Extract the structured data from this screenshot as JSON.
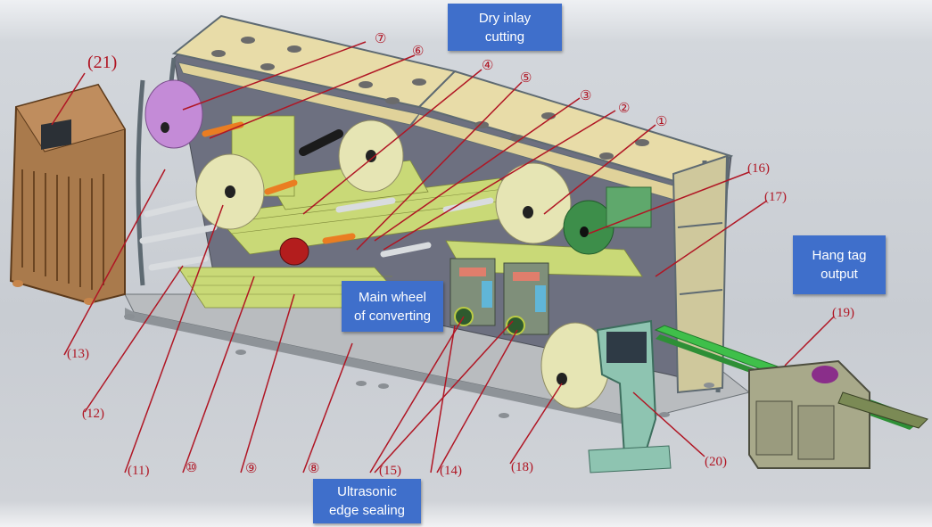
{
  "diagram": {
    "callouts": {
      "dry_inlay": "Dry inlay\ncutting",
      "main_wheel": "Main wheel\nof converting",
      "hang_tag": "Hang tag\noutput",
      "ultrasonic": "Ultrasonic\nedge sealing"
    },
    "part_labels": {
      "p1": "①",
      "p2": "②",
      "p3": "③",
      "p4": "④",
      "p5": "⑤",
      "p6": "⑥",
      "p7": "⑦",
      "p8": "⑧",
      "p9": "⑨",
      "p10": "⑩",
      "p11": "(11)",
      "p12": "(12)",
      "p13": "(13)",
      "p14": "(14)",
      "p15": "(15)",
      "p16": "(16)",
      "p17": "(17)",
      "p18": "(18)",
      "p19": "(19)",
      "p20": "(20)",
      "p21": "(21)"
    }
  },
  "colors": {
    "background": "#c9cdd4",
    "frame": "#5e6a72",
    "top_panel": "#e8dca8",
    "belt": "#c9d977",
    "roll": "#e6e5b4",
    "cabinet": "#a97a4c",
    "label_red": "#b01624",
    "callout_blue": "#3f6fcb"
  }
}
